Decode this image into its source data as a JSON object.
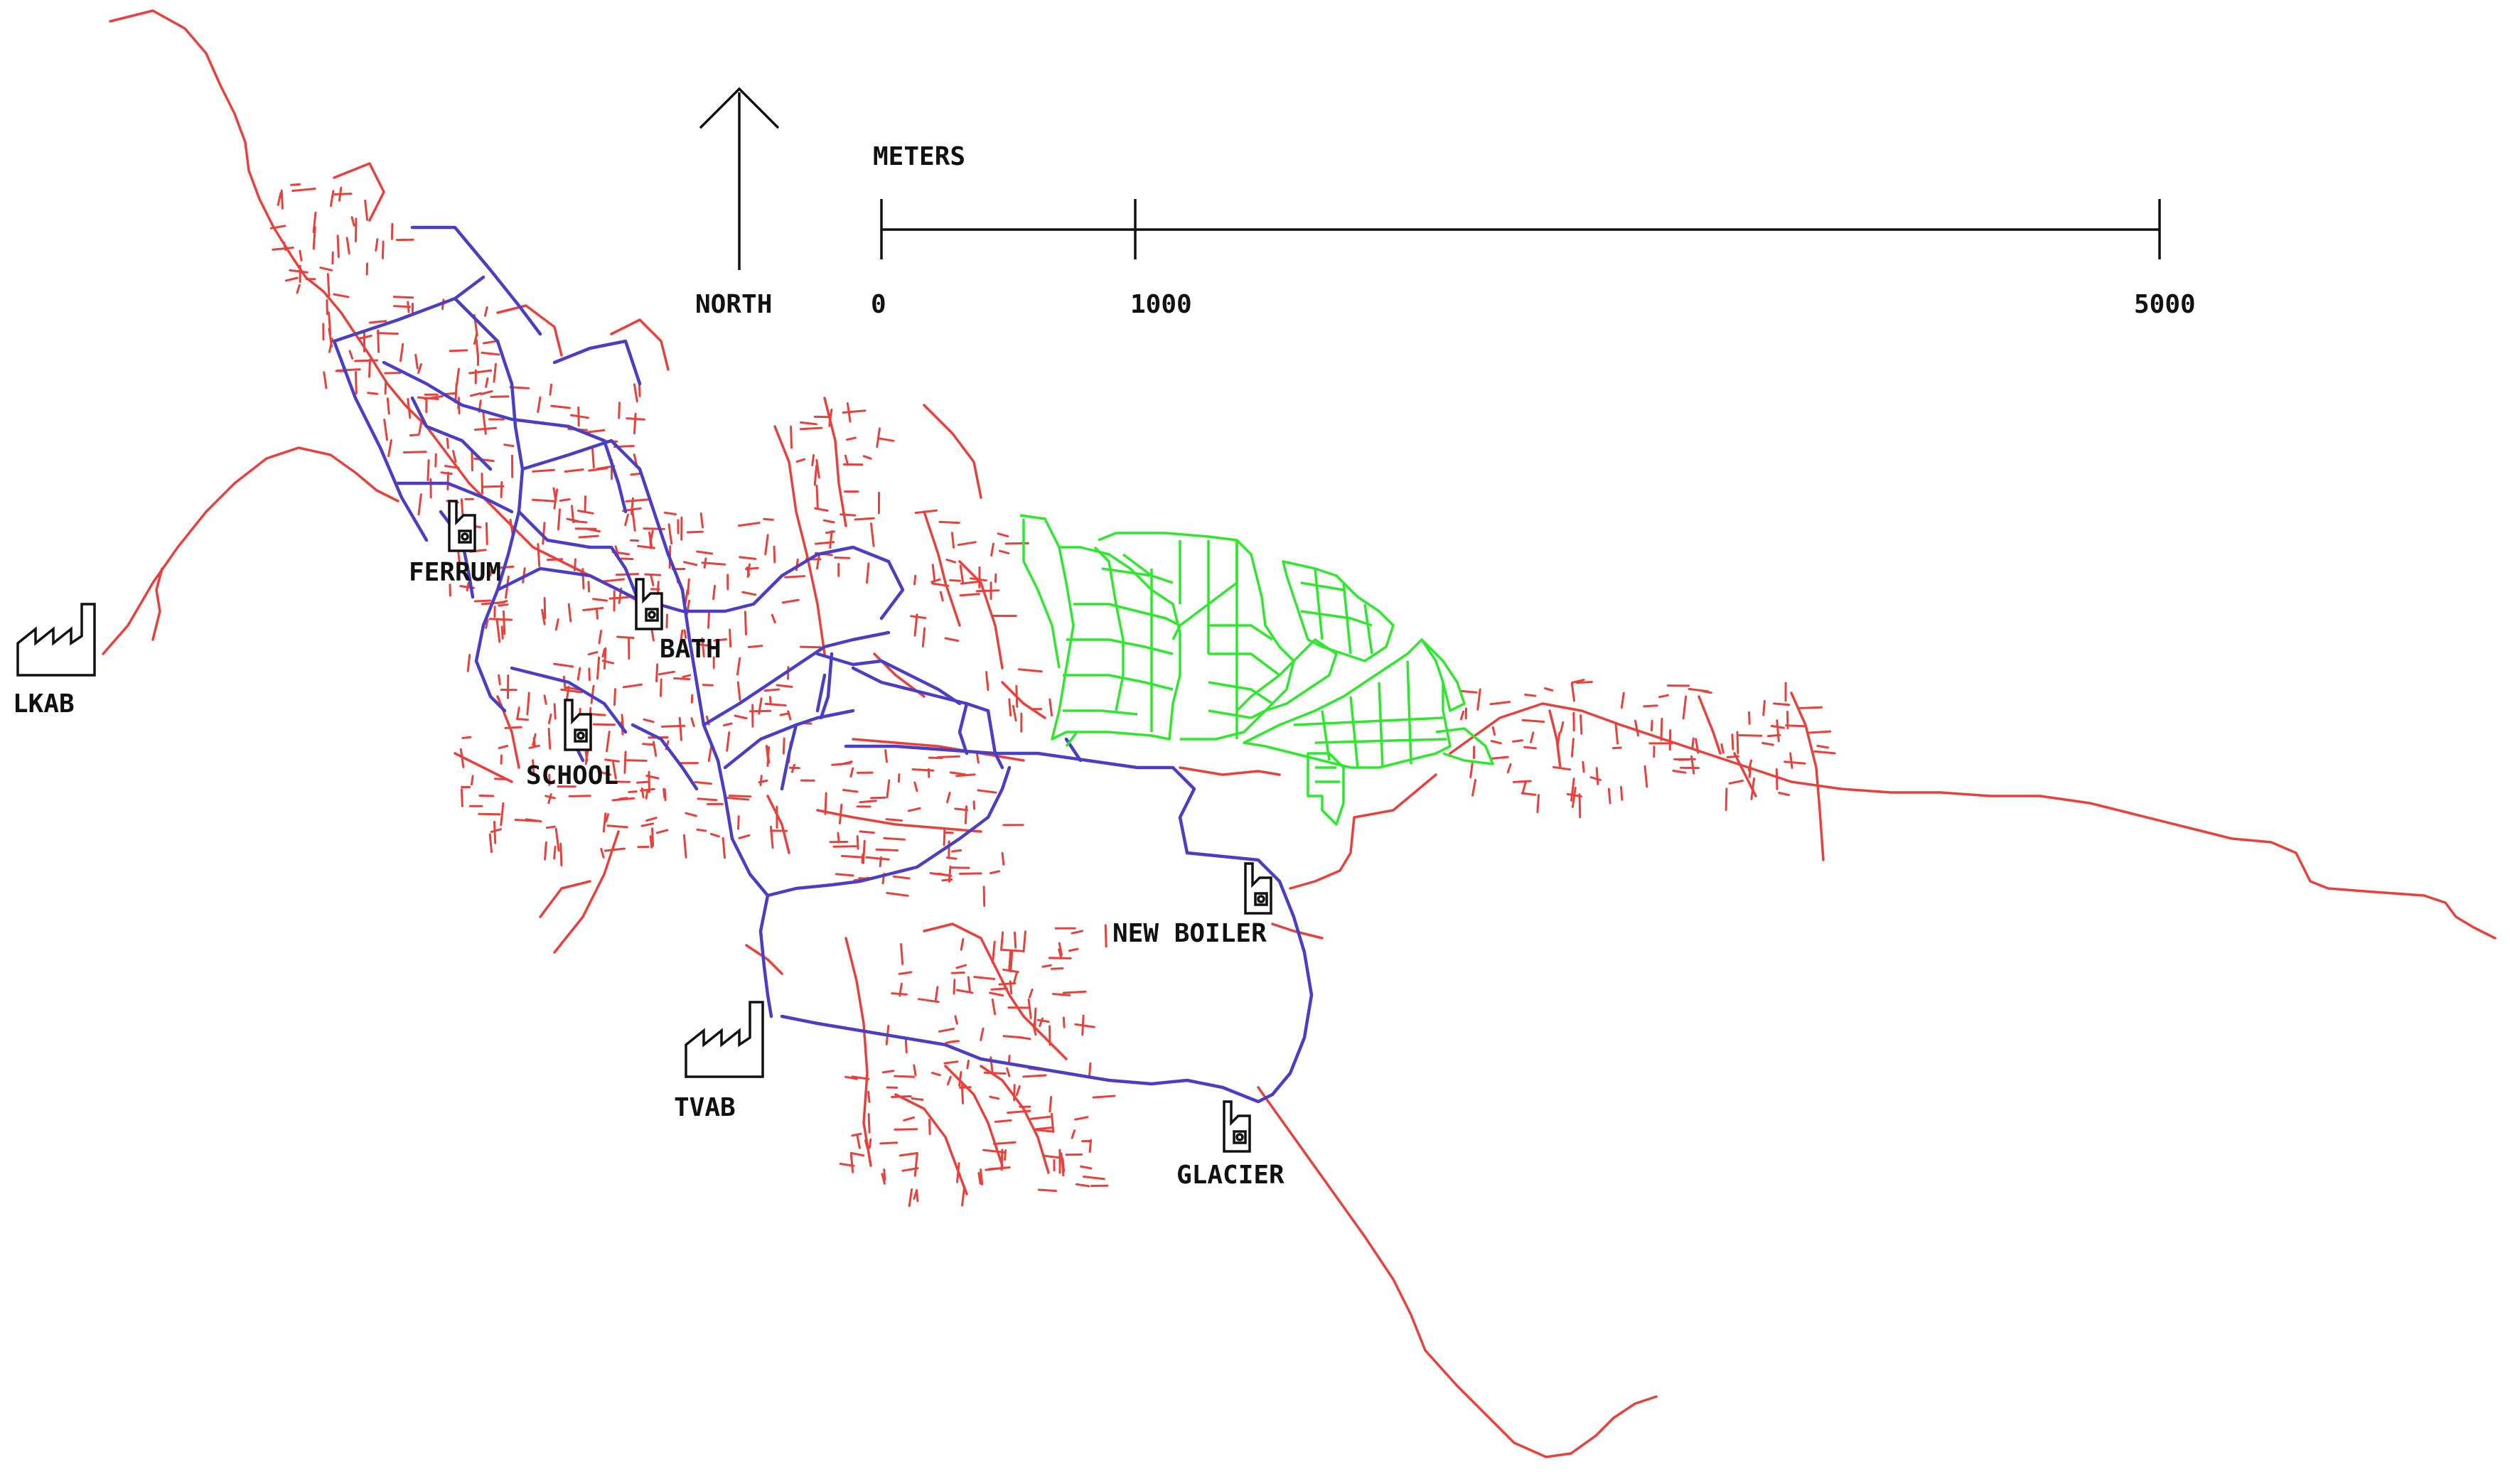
{
  "compass": {
    "label": "NORTH"
  },
  "scale": {
    "unit": "METERS",
    "ticks": [
      "0",
      "1000",
      "5000"
    ]
  },
  "plants": [
    {
      "id": "lkab",
      "label": "LKAB",
      "kind": "factory"
    },
    {
      "id": "tvab",
      "label": "TVAB",
      "kind": "factory"
    },
    {
      "id": "ferrum",
      "label": "FERRUM",
      "kind": "boiler"
    },
    {
      "id": "bath",
      "label": "BATH",
      "kind": "boiler"
    },
    {
      "id": "school",
      "label": "SCHOOL",
      "kind": "boiler"
    },
    {
      "id": "new-boiler",
      "label": "NEW BOILER",
      "kind": "boiler"
    },
    {
      "id": "glacier",
      "label": "GLACIER",
      "kind": "boiler"
    }
  ],
  "colors": {
    "distribution": "#e8403a",
    "transmission": "#4a3fc4",
    "new_area": "#2ee82e"
  }
}
